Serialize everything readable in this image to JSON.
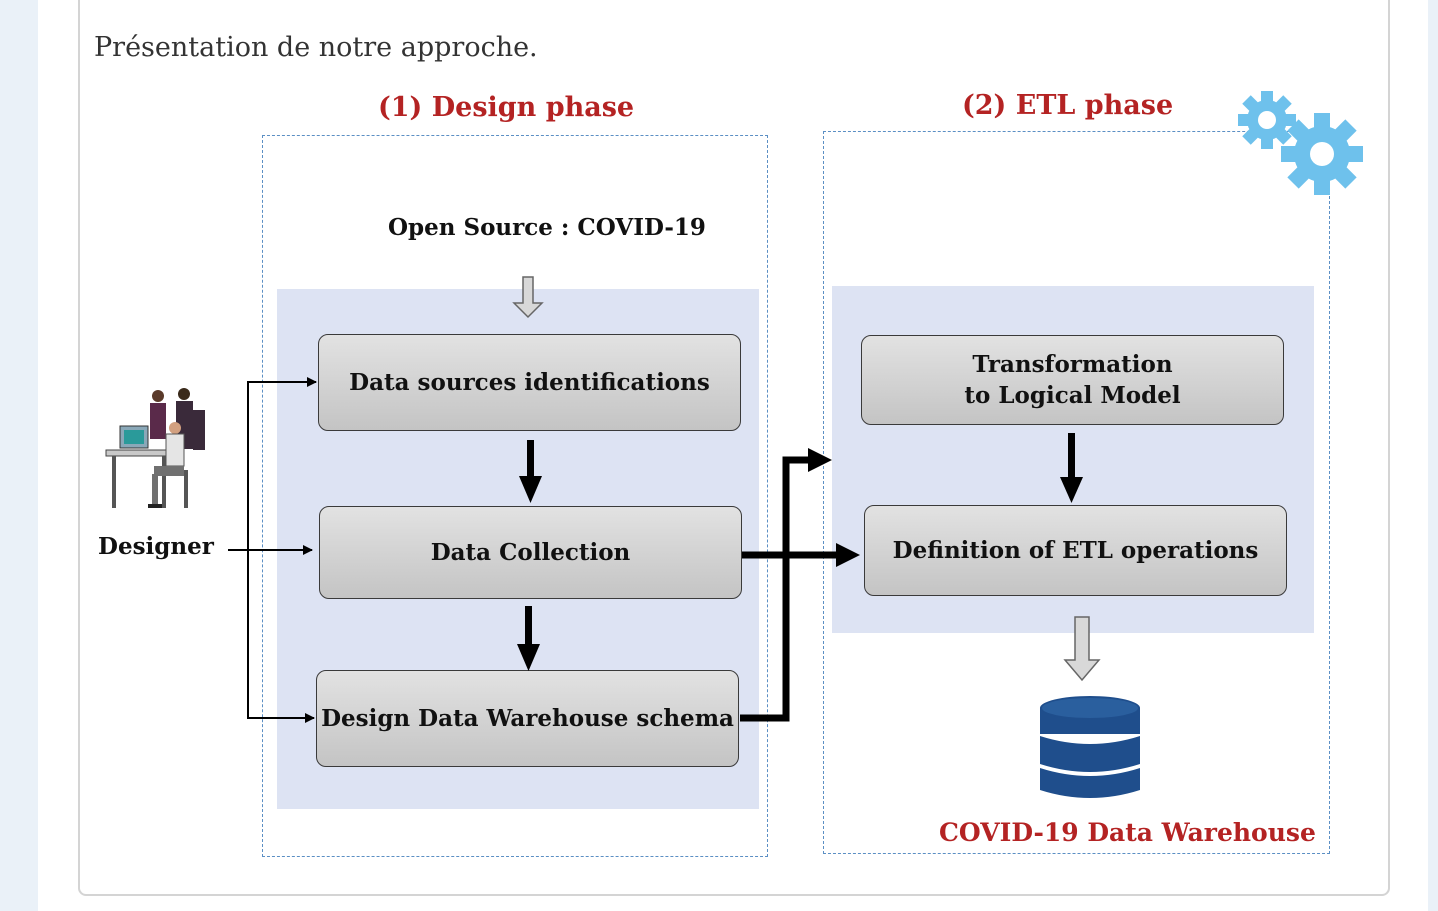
{
  "caption": "Présentation de notre approche.",
  "design_phase": {
    "title": "(1)  Design phase",
    "source_label": "Open Source : COVID-19",
    "steps": [
      "Data sources identifications",
      "Data Collection",
      "Design Data Warehouse schema"
    ]
  },
  "etl_phase": {
    "title": "(2)  ETL phase",
    "steps": [
      "Transformation\nto Logical Model",
      "Definition of ETL operations"
    ],
    "output_label": "COVID-19 Data Warehouse"
  },
  "actor": {
    "label": "Designer"
  },
  "colors": {
    "title_red": "#b42323",
    "frame_blue": "#5b8fc4",
    "shade": "#dde3f3",
    "gear_blue": "#6ec1ec",
    "db_blue": "#1f4e8c"
  },
  "icons": [
    "designer-people-icon",
    "gears-icon",
    "database-icon"
  ]
}
